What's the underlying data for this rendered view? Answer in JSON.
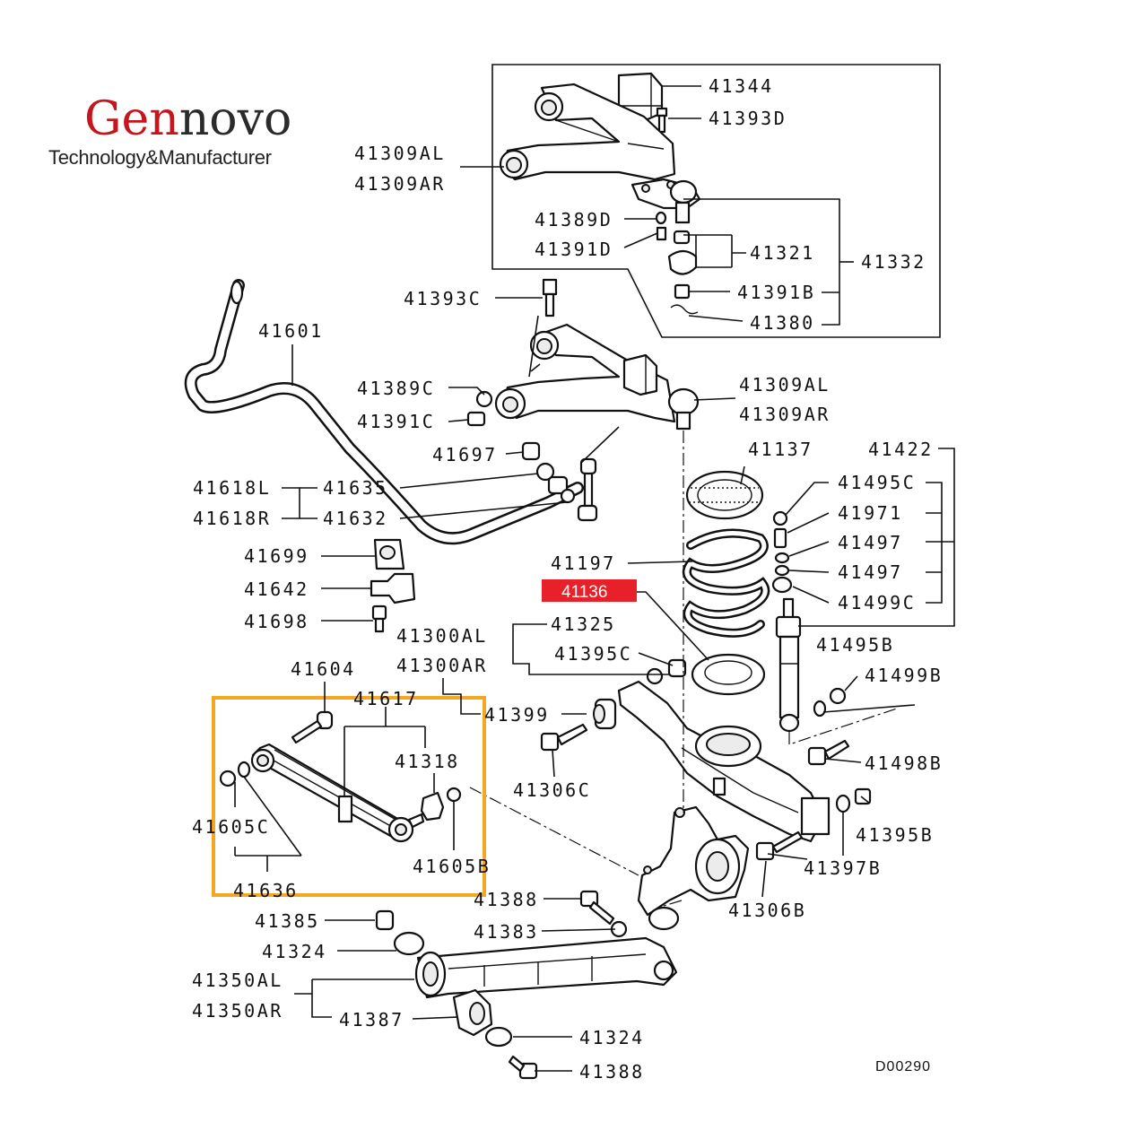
{
  "logo": {
    "brand_red": "Gen",
    "brand_dark": "novo",
    "tagline": "Technology&Manufacturer"
  },
  "colors": {
    "brand_red": "#c4161c",
    "highlight_box": "#f5a623",
    "highlight_label_bg": "#e8202a"
  },
  "diagram": {
    "code": "D00290",
    "highlighted_part": "41136",
    "labels": {
      "l41344": "41344",
      "l41393D": "41393D",
      "l41309AL_top": "41309AL",
      "l41309AR_top": "41309AR",
      "l41389D": "41389D",
      "l41391D": "41391D",
      "l41321": "41321",
      "l41332": "41332",
      "l41391B": "41391B",
      "l41380": "41380",
      "l41393C": "41393C",
      "l41601": "41601",
      "l41389C": "41389C",
      "l41391C": "41391C",
      "l41309AL_mid": "41309AL",
      "l41309AR_mid": "41309AR",
      "l41697": "41697",
      "l41137": "41137",
      "l41422": "41422",
      "l41618L": "41618L",
      "l41618R": "41618R",
      "l41635": "41635",
      "l41632": "41632",
      "l41495C": "41495C",
      "l41971": "41971",
      "l41497a": "41497",
      "l41497b": "41497",
      "l41499C": "41499C",
      "l41699": "41699",
      "l41197": "41197",
      "l41642": "41642",
      "l41698": "41698",
      "l41325": "41325",
      "l41300AL": "41300AL",
      "l41300AR": "41300AR",
      "l41395C": "41395C",
      "l41495B": "41495B",
      "l41499B": "41499B",
      "l41604": "41604",
      "l41617": "41617",
      "l41399": "41399",
      "l41318": "41318",
      "l41498B": "41498B",
      "l41306C": "41306C",
      "l41605C": "41605C",
      "l41395B": "41395B",
      "l41605B": "41605B",
      "l41397B": "41397B",
      "l41636": "41636",
      "l41388a": "41388",
      "l41306B": "41306B",
      "l41385": "41385",
      "l41383": "41383",
      "l41324a": "41324",
      "l41350AL": "41350AL",
      "l41350AR": "41350AR",
      "l41387": "41387",
      "l41324b": "41324",
      "l41388b": "41388"
    }
  }
}
